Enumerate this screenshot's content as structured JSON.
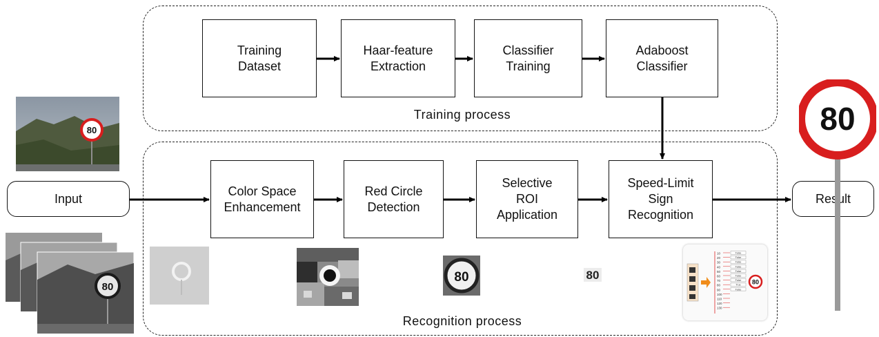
{
  "training": {
    "title": "Training process",
    "boxes": [
      {
        "label": "Training\nDataset"
      },
      {
        "label": "Haar-feature\nExtraction"
      },
      {
        "label": "Classifier\nTraining"
      },
      {
        "label": "Adaboost\nClassifier"
      }
    ]
  },
  "recognition": {
    "title": "Recognition process",
    "boxes": [
      {
        "label": "Color Space\nEnhancement"
      },
      {
        "label": "Red Circle\nDetection"
      },
      {
        "label": "Selective\nROI\nApplication"
      },
      {
        "label": "Speed-Limit\nSign\nRecognition"
      }
    ]
  },
  "io": {
    "input_label": "Input",
    "result_label": "Result"
  },
  "images": {
    "sign_value": "80",
    "crop_value": "80",
    "chart_rows": [
      "10",
      "20",
      "30",
      "40",
      "50",
      "60",
      "70",
      "80",
      "90",
      "100",
      "110",
      "120",
      "130"
    ],
    "chart_flags": [
      "False",
      "False",
      "False",
      "False",
      "False",
      "False",
      "False",
      "True",
      "False",
      "False",
      "False",
      "False",
      "False"
    ]
  },
  "colors": {
    "sign_red": "#d81e1e",
    "arrow": "#000000",
    "pole": "#9a9a9a"
  }
}
